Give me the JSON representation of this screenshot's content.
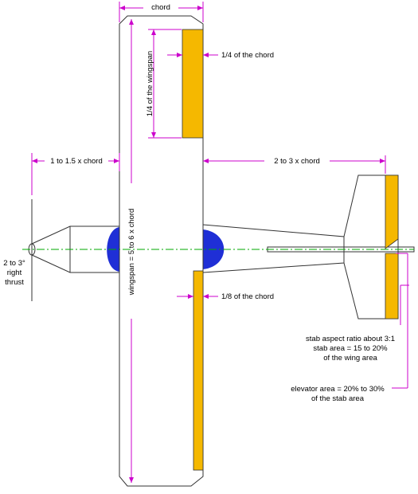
{
  "labels": {
    "chord": "chord",
    "quarter_span": "1/4 of the wingspan",
    "aileron_chord": "1/4 of the chord",
    "nose_length": "1 to 1.5 x chord",
    "tail_moment": "2 to 3 x chord",
    "right_thrust_1": "2 to 3°",
    "right_thrust_2": "right",
    "right_thrust_3": "thrust",
    "wingspan": "wingspan = 5 to 6 x chord",
    "eighth_chord": "1/8 of the chord",
    "stab_1": "stab aspect ratio about 3:1",
    "stab_2": "stab area = 15 to 20%",
    "stab_3": "of the wing area",
    "elev_1": "elevator area = 20% to 30%",
    "elev_2": "of the stab area"
  },
  "colors": {
    "control_surface": "#f5b800",
    "cowl": "#1f2fd6",
    "dimension": "#cc00cc",
    "centerline": "#00aa00"
  }
}
